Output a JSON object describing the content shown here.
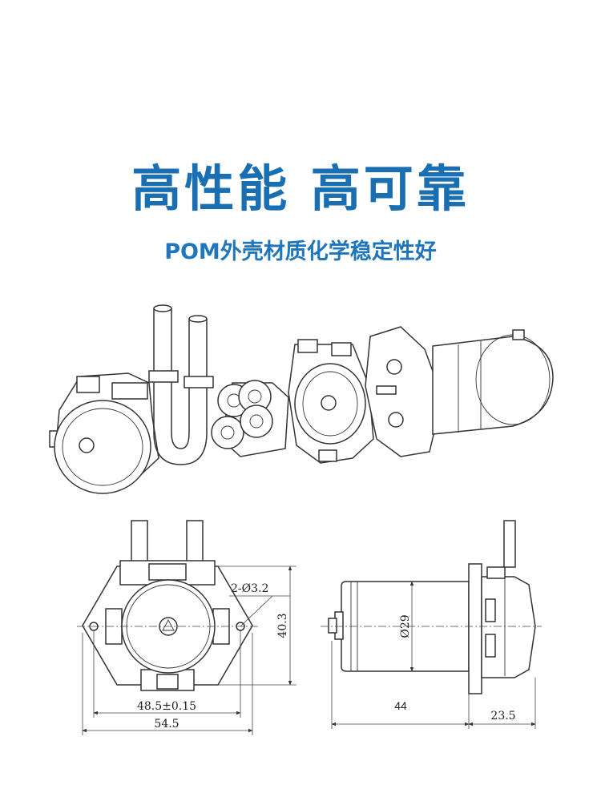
{
  "headline": "高性能  高可靠",
  "subline": "POM外壳材质化学稳定性好",
  "dimensions": {
    "hole": "2-Ø3.2",
    "height": "40.3",
    "hole_spacing": "48.5±0.15",
    "width": "54.5",
    "motor_diameter": "Ø29",
    "motor_length": "44",
    "head_depth": "23.5"
  },
  "colors": {
    "headline": "#1a6fb3",
    "subline": "#1f76bd",
    "line": "#333333"
  }
}
